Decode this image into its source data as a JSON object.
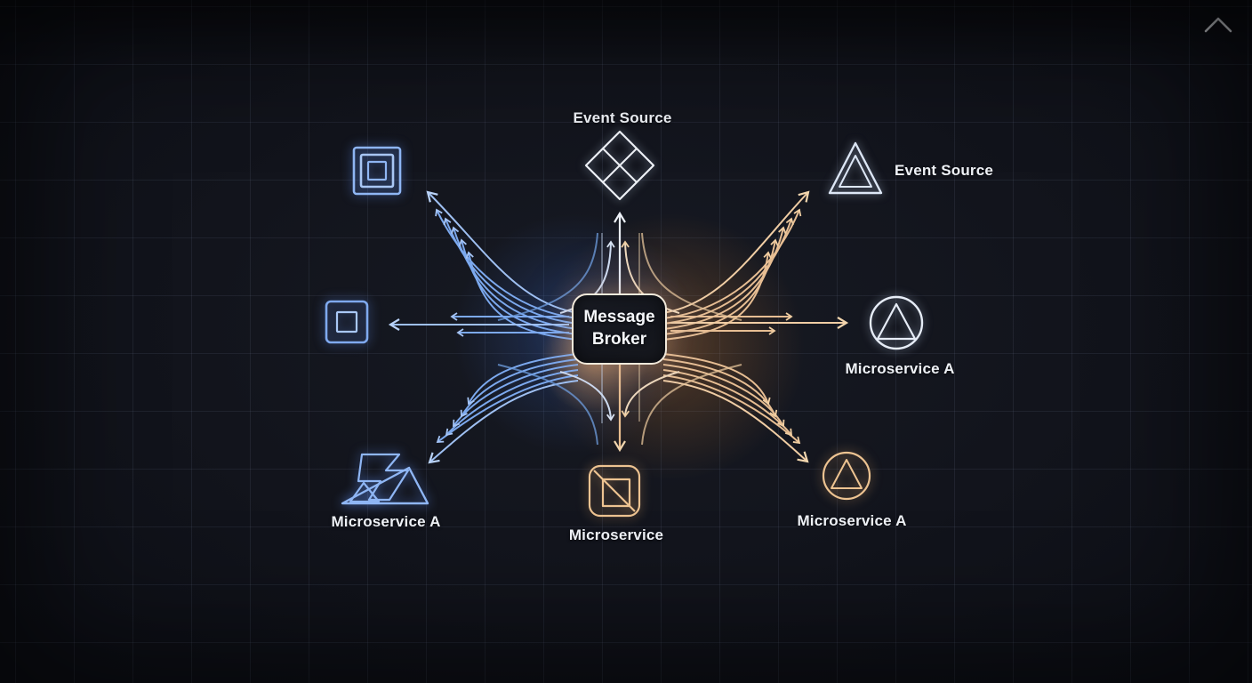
{
  "page": {
    "background": "#0f1118",
    "grid_color": "#2a3040"
  },
  "controls": {
    "collapse": {
      "icon": "chevron-up"
    }
  },
  "broker": {
    "label": "Message Broker"
  },
  "nodes": [
    {
      "id": "event-source-top",
      "label": "Event Source",
      "icon": "diamond-grid-icon",
      "color": "#eef1f6"
    },
    {
      "id": "event-source-right",
      "label": "Event Source",
      "icon": "triangle-outline-icon",
      "color": "#dde7f6"
    },
    {
      "id": "publisher-top-left",
      "label": "",
      "icon": "nested-squares-icon",
      "color": "#8fb6f4"
    },
    {
      "id": "publisher-left",
      "label": "",
      "icon": "square-in-square-icon",
      "color": "#7fa9ee"
    },
    {
      "id": "microservice-right",
      "label": "Microservice A",
      "icon": "circle-triangle-icon",
      "color": "#e6ecf6"
    },
    {
      "id": "microservice-bottom-right",
      "label": "Microservice A",
      "icon": "circle-triangle-icon",
      "color": "#edc391"
    },
    {
      "id": "microservice-bottom",
      "label": "Microservice",
      "icon": "square-slash-icon",
      "color": "#edc391"
    },
    {
      "id": "microservice-bottom-left",
      "label": "Microservice A",
      "icon": "mountain-zigzag-icon",
      "color": "#8fb6f4"
    }
  ],
  "flows": {
    "left_color": "#7ca9ee",
    "right_color": "#e7be93",
    "neutral_color": "#e9edf4"
  }
}
